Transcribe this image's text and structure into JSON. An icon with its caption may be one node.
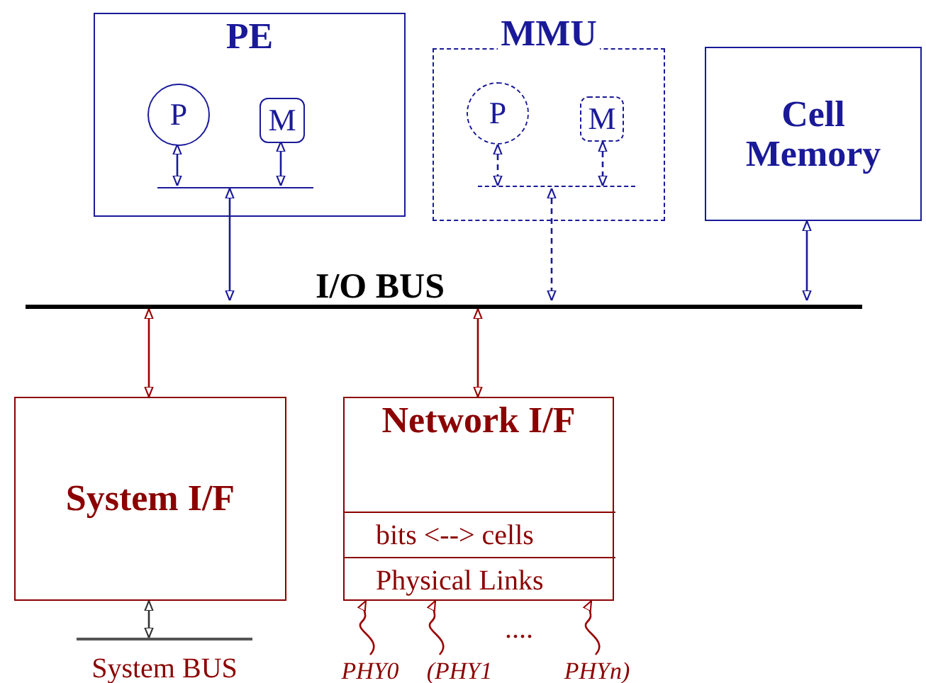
{
  "diagram": {
    "nodes": [
      {
        "text": [
          "PE"
        ]
      },
      {
        "text": [
          "P"
        ],
        "in": 0
      },
      {
        "text": [
          "M"
        ],
        "in": 0
      },
      {
        "text": [],
        "shape": "bar",
        "in": 0
      },
      {
        "text": [
          "MMU"
        ]
      },
      {
        "text": [
          "P"
        ],
        "in": 4
      },
      {
        "text": [
          "M"
        ],
        "in": 4
      },
      {
        "text": [],
        "shape": "bar",
        "in": 4
      },
      {
        "text": [
          "Cell Memory"
        ]
      },
      {
        "text": [
          "I/O BUS"
        ]
      },
      {
        "text": [
          "System I/F"
        ]
      },
      {
        "text": [
          "Network I/F"
        ]
      },
      {
        "text": [
          "bits <--> cells"
        ],
        "in": 11
      },
      {
        "text": [
          "Physical Links"
        ],
        "in": 11
      },
      {
        "text": [
          "System BUS"
        ]
      },
      {
        "text": [
          "PHY0"
        ]
      },
      {
        "text": [
          "(PHY1"
        ]
      },
      {
        "text": [
          "PHYn)"
        ]
      }
    ],
    "edges": [
      {
        "from": 1,
        "to": 3,
        "arrow": "both"
      },
      {
        "from": 2,
        "to": 3,
        "arrow": "both"
      },
      {
        "from": 3,
        "to": 9,
        "arrow": "both"
      },
      {
        "from": 5,
        "to": 7,
        "arrow": "both",
        "style": "dashed"
      },
      {
        "from": 6,
        "to": 7,
        "arrow": "both",
        "style": "dashed"
      },
      {
        "from": 7,
        "to": 9,
        "arrow": "both",
        "style": "dashed"
      },
      {
        "from": 8,
        "to": 9,
        "arrow": "both"
      },
      {
        "from": 9,
        "to": 10,
        "arrow": "both",
        "color": "#990000"
      },
      {
        "from": 9,
        "to": 11,
        "arrow": "both",
        "color": "#990000"
      },
      {
        "from": 10,
        "to": 14,
        "arrow": "both",
        "color": "#333333"
      },
      {
        "from": 15,
        "to": 13,
        "arrow": "to",
        "color": "#990000"
      },
      {
        "from": 16,
        "to": 13,
        "arrow": "to",
        "color": "#990000"
      },
      {
        "from": 17,
        "to": 13,
        "arrow": "to",
        "color": "#990000"
      }
    ],
    "labels": [
      "...."
    ]
  }
}
